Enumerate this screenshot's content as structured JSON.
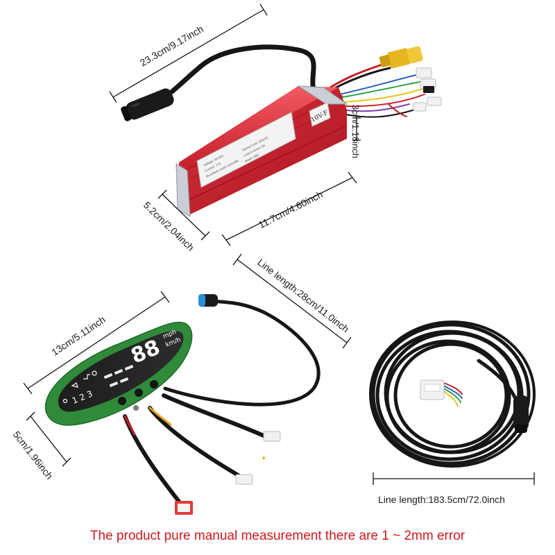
{
  "dimensions": {
    "controller_length": "23.3cm/9.17inch",
    "controller_height": "3cm/1.18inch",
    "controller_width": "5.2cm/2.04inch",
    "controller_depth": "11.7cm/4.60inch",
    "controller_line_length": "Line length:28cm/11.0inch",
    "display_length": "13cm/5.11inch",
    "display_height": "5cm/1.96inch",
    "extension_line_length": "Line length:183.5cm/72.0inch"
  },
  "controller_box": {
    "voltage_badge": "10V-F",
    "label_lines": [
      "Voltage: 36-48V",
      "Current: 17A",
      "Brushless motor controller",
      "Speed Limit: 25km/h",
      "Load Current: 6A",
      "Mode: ABC"
    ]
  },
  "display": {
    "speed_digits": "88",
    "unit_mph": "mph",
    "unit_kmh": "km/h",
    "gear_numbers": "1 2 3"
  },
  "footnote": "The product pure manual measurement there are 1 ~ 2mm error",
  "colors": {
    "controller_red": "#d62b35",
    "pcb_green": "#2f8b3a",
    "cable_black": "#161616",
    "connector_yellow": "#e7b722",
    "connector_blue": "#2b8fd6",
    "footnote_red": "#d0191c"
  }
}
